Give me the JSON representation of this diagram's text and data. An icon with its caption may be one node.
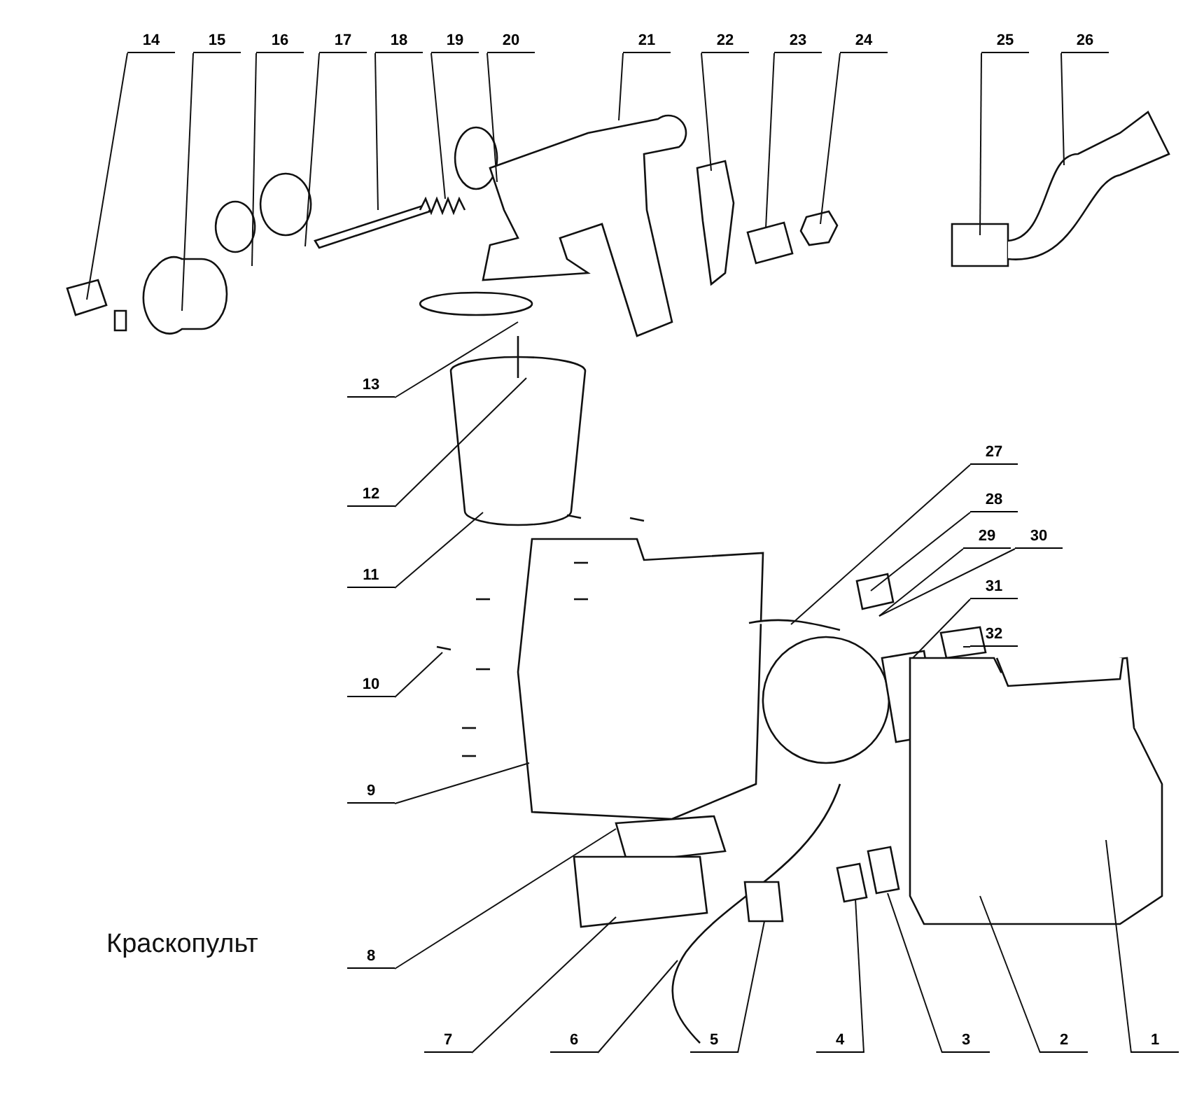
{
  "diagram": {
    "nodes": [
      {
        "text": [
          "1"
        ]
      },
      {
        "text": [
          "2"
        ]
      },
      {
        "text": [
          "3"
        ]
      },
      {
        "text": [
          "4"
        ]
      },
      {
        "text": [
          "5"
        ]
      },
      {
        "text": [
          "6"
        ]
      },
      {
        "text": [
          "7"
        ]
      },
      {
        "text": [
          "8"
        ]
      },
      {
        "text": [
          "9"
        ]
      },
      {
        "text": [
          "10"
        ]
      },
      {
        "text": [
          "11"
        ]
      },
      {
        "text": [
          "12"
        ]
      },
      {
        "text": [
          "13"
        ]
      },
      {
        "text": [
          "14"
        ]
      },
      {
        "text": [
          "15"
        ]
      },
      {
        "text": [
          "16"
        ]
      },
      {
        "text": [
          "17"
        ]
      },
      {
        "text": [
          "18"
        ]
      },
      {
        "text": [
          "19"
        ]
      },
      {
        "text": [
          "20"
        ]
      },
      {
        "text": [
          "21"
        ]
      },
      {
        "text": [
          "22"
        ]
      },
      {
        "text": [
          "23"
        ]
      },
      {
        "text": [
          "24"
        ]
      },
      {
        "text": [
          "25"
        ]
      },
      {
        "text": [
          "26"
        ]
      },
      {
        "text": [
          "27"
        ]
      },
      {
        "text": [
          "28"
        ]
      },
      {
        "text": [
          "29"
        ]
      },
      {
        "text": [
          "30"
        ]
      },
      {
        "text": [
          "31"
        ]
      },
      {
        "text": [
          "32"
        ]
      }
    ],
    "edges": [
      {
        "from": 0,
        "to": null,
        "arrow": "none"
      },
      {
        "from": 1,
        "to": null,
        "arrow": "none"
      },
      {
        "from": 2,
        "to": null,
        "arrow": "none"
      },
      {
        "from": 3,
        "to": null,
        "arrow": "none"
      },
      {
        "from": 4,
        "to": null,
        "arrow": "none"
      },
      {
        "from": 5,
        "to": null,
        "arrow": "none"
      },
      {
        "from": 6,
        "to": null,
        "arrow": "none"
      },
      {
        "from": 7,
        "to": null,
        "arrow": "none"
      },
      {
        "from": 8,
        "to": null,
        "arrow": "none"
      },
      {
        "from": 9,
        "to": null,
        "arrow": "none"
      },
      {
        "from": 10,
        "to": null,
        "arrow": "none"
      },
      {
        "from": 11,
        "to": null,
        "arrow": "none"
      },
      {
        "from": 12,
        "to": null,
        "arrow": "none"
      },
      {
        "from": 13,
        "to": null,
        "arrow": "none"
      },
      {
        "from": 14,
        "to": null,
        "arrow": "none"
      },
      {
        "from": 15,
        "to": null,
        "arrow": "none"
      },
      {
        "from": 16,
        "to": null,
        "arrow": "none"
      },
      {
        "from": 17,
        "to": null,
        "arrow": "none"
      },
      {
        "from": 18,
        "to": null,
        "arrow": "none"
      },
      {
        "from": 19,
        "to": null,
        "arrow": "none"
      },
      {
        "from": 20,
        "to": null,
        "arrow": "none"
      },
      {
        "from": 21,
        "to": null,
        "arrow": "none"
      },
      {
        "from": 22,
        "to": null,
        "arrow": "none"
      },
      {
        "from": 23,
        "to": null,
        "arrow": "none"
      },
      {
        "from": 24,
        "to": null,
        "arrow": "none"
      },
      {
        "from": 25,
        "to": null,
        "arrow": "none"
      },
      {
        "from": 26,
        "to": null,
        "arrow": "none"
      },
      {
        "from": 27,
        "to": null,
        "arrow": "none"
      },
      {
        "from": 28,
        "to": null,
        "arrow": "none"
      },
      {
        "from": 29,
        "to": null,
        "arrow": "none"
      },
      {
        "from": 30,
        "to": null,
        "arrow": "none"
      },
      {
        "from": 31,
        "to": null,
        "arrow": "none"
      }
    ],
    "labels": [
      "Краскопульт"
    ]
  }
}
